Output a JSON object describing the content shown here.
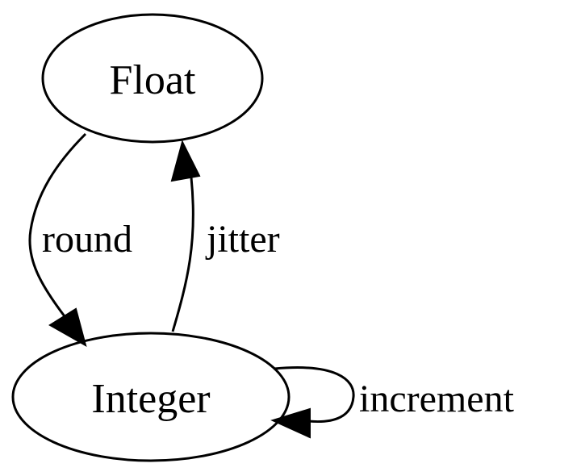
{
  "nodes": {
    "float": {
      "label": "Float"
    },
    "integer": {
      "label": "Integer"
    }
  },
  "edges": {
    "round": {
      "from": "Float",
      "to": "Integer",
      "label": "round"
    },
    "jitter": {
      "from": "Integer",
      "to": "Float",
      "label": "jitter"
    },
    "increment": {
      "from": "Integer",
      "to": "Integer",
      "label": "increment"
    }
  },
  "colors": {
    "stroke": "#000000",
    "background": "#ffffff"
  }
}
